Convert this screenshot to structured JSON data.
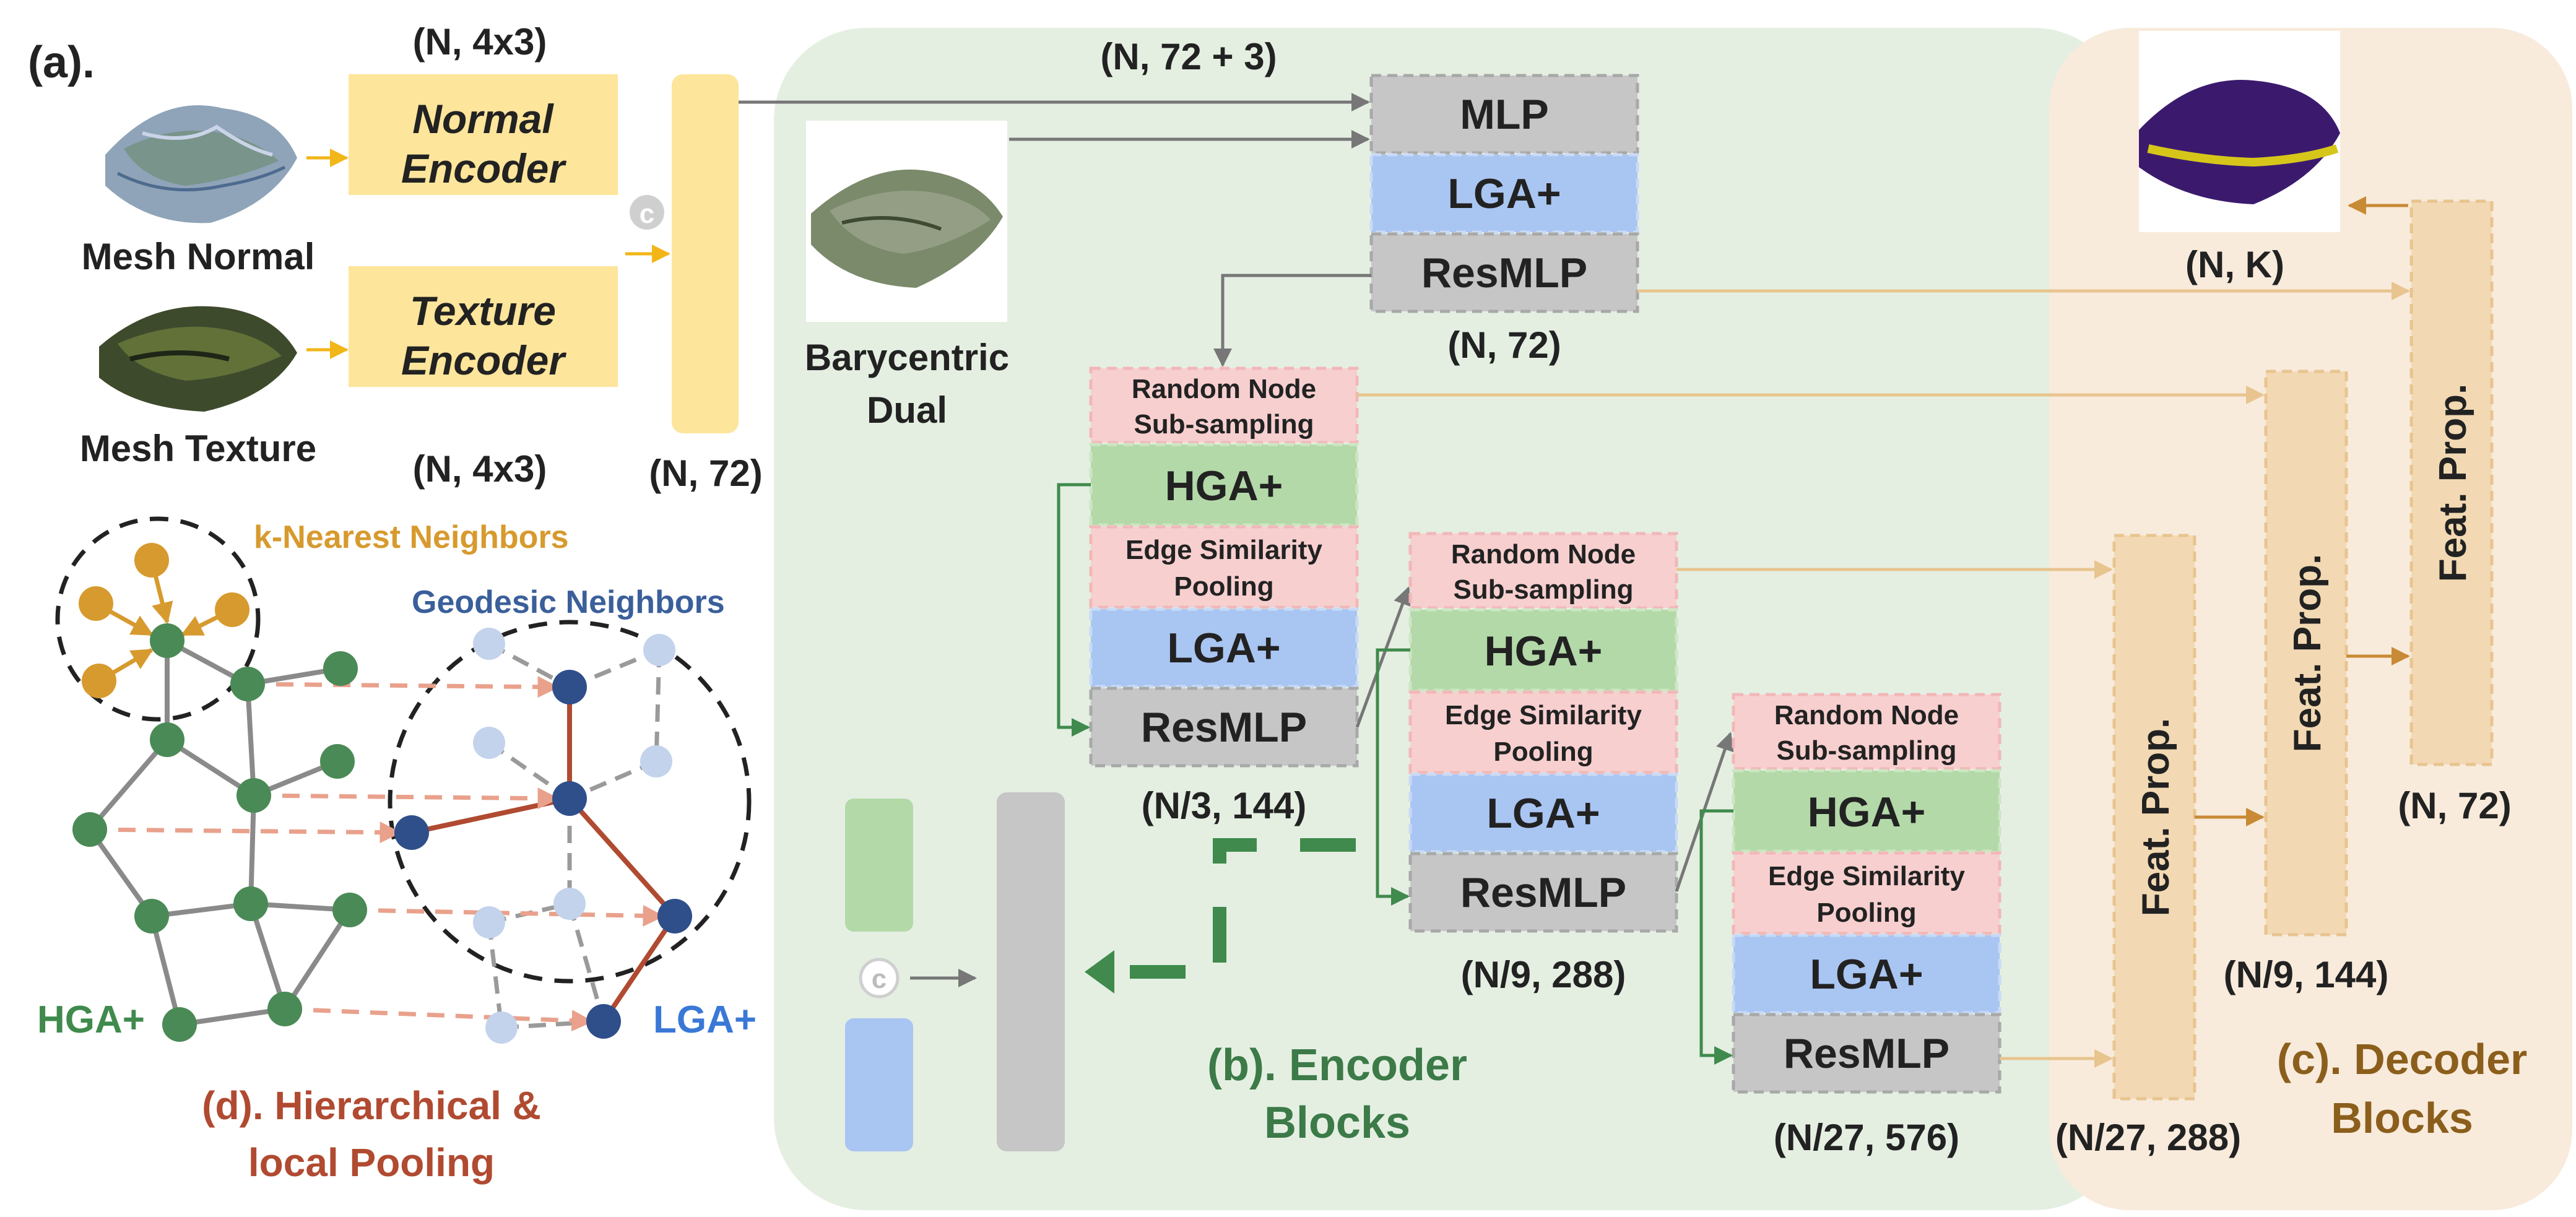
{
  "panel_a": {
    "tag": "(a).",
    "normal_dim": "(N, 4x3)",
    "texture_dim": "(N, 4x3)",
    "concat_dim": "(N, 72)",
    "mesh_normal": "Mesh Normal",
    "mesh_texture": "Mesh Texture",
    "normal_encoder_l1": "Normal",
    "normal_encoder_l2": "Encoder",
    "texture_encoder_l1": "Texture",
    "texture_encoder_l2": "Encoder",
    "concat_symbol": "c"
  },
  "panel_b": {
    "top_dim": "(N, 72 + 3)",
    "bary_l1": "Barycentric",
    "bary_l2": "Dual",
    "mlp": "MLP",
    "lga": "LGA+",
    "hga": "HGA+",
    "resmlp": "ResMLP",
    "rns_l1": "Random Node",
    "rns_l2": "Sub-sampling",
    "esp_l1": "Edge Similarity",
    "esp_l2": "Pooling",
    "dim_0": "(N, 72)",
    "dim_1": "(N/3, 144)",
    "dim_2": "(N/9, 288)",
    "dim_3": "(N/27, 576)",
    "legend_symbol": "c",
    "title_l1": "(b). Encoder",
    "title_l2": "Blocks"
  },
  "panel_c": {
    "feat_prop": "Feat. Prop.",
    "out_dim": "(N, K)",
    "dim_top": "(N, 72)",
    "dim_mid": "(N/9, 144)",
    "dim_low": "(N/27, 288)",
    "title_l1": "(c). Decoder",
    "title_l2": "Blocks"
  },
  "panel_d": {
    "knn": "k-Nearest Neighbors",
    "geo": "Geodesic Neighbors",
    "hga": "HGA+",
    "lga": "LGA+",
    "title_l1": "(d). Hierarchical &",
    "title_l2": "local Pooling"
  },
  "colors": {
    "encoder_bg": "#e4efe2",
    "decoder_bg": "#f8ebdc",
    "encoder_box": "#fde59b",
    "mlp_gray": "#c6c6c6",
    "lga_blue": "#a9c5f2",
    "hga_green": "#b3d9a8",
    "pink": "#f7cfcf",
    "feat_prop": "#f2d9b3",
    "green_text": "#3c7a48",
    "brown_text": "#8b5e1c",
    "red_text": "#b04a31",
    "blue_text": "#3a78d6",
    "knn_orange": "#d79a2e"
  }
}
